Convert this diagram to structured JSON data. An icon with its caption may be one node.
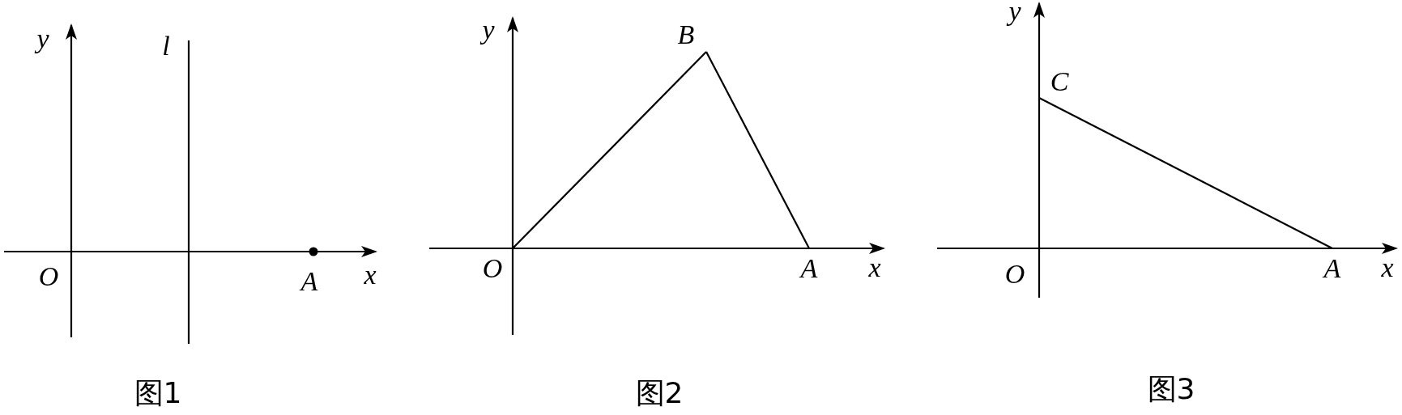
{
  "diagram": {
    "nodes": [
      {
        "text": [
          "O"
        ]
      },
      {
        "text": [
          "B"
        ]
      },
      {
        "text": [
          "A"
        ]
      },
      {
        "text": [
          "C"
        ]
      },
      {
        "text": [
          "A"
        ]
      }
    ],
    "edges": [
      {
        "from": 0,
        "to": 1,
        "arrow": "none"
      },
      {
        "from": 1,
        "to": 2,
        "arrow": "none"
      },
      {
        "from": 3,
        "to": 4,
        "arrow": "none"
      }
    ],
    "labels": [
      "y",
      "l",
      "O",
      "A",
      "x",
      "图1",
      "y",
      "x",
      "图2",
      "y",
      "O",
      "x",
      "图3"
    ]
  }
}
